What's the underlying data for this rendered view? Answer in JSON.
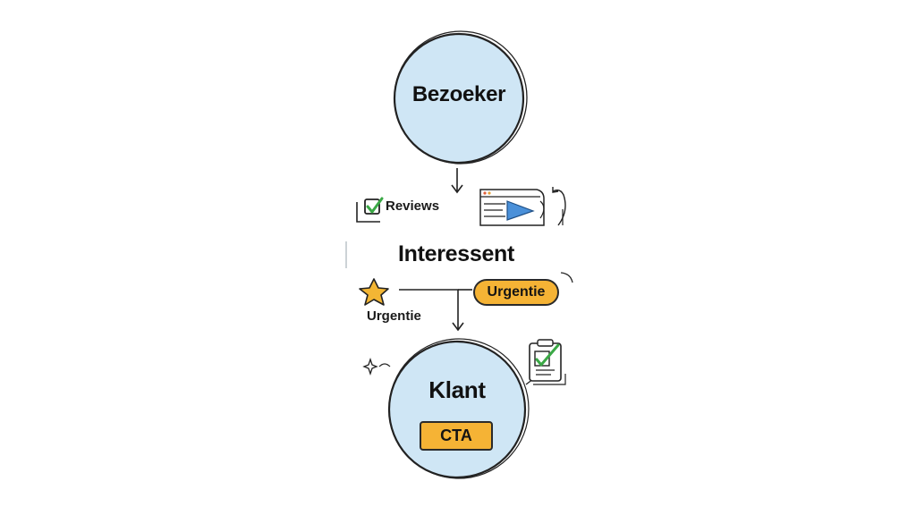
{
  "nodes": {
    "top": "Bezoeker",
    "middle": "Interessent",
    "bottom": "Klant"
  },
  "labels": {
    "reviews": "Reviews",
    "urgentie_star": "Urgentie",
    "urgentie_pill": "Urgentie",
    "cta": "CTA"
  },
  "colors": {
    "circle_fill": "#cfe6f5",
    "accent_orange": "#f5b335",
    "check_green": "#3aa845",
    "star_fill": "#f3b634",
    "triangle_blue": "#4a90d9",
    "ink": "#222222"
  },
  "icons": {
    "reviews": "checkbox-check-icon",
    "browser": "browser-window-icon",
    "star": "star-icon",
    "clipboard": "clipboard-check-icon",
    "sparkle": "sparkle-icon",
    "refresh": "refresh-arrow-icon"
  }
}
